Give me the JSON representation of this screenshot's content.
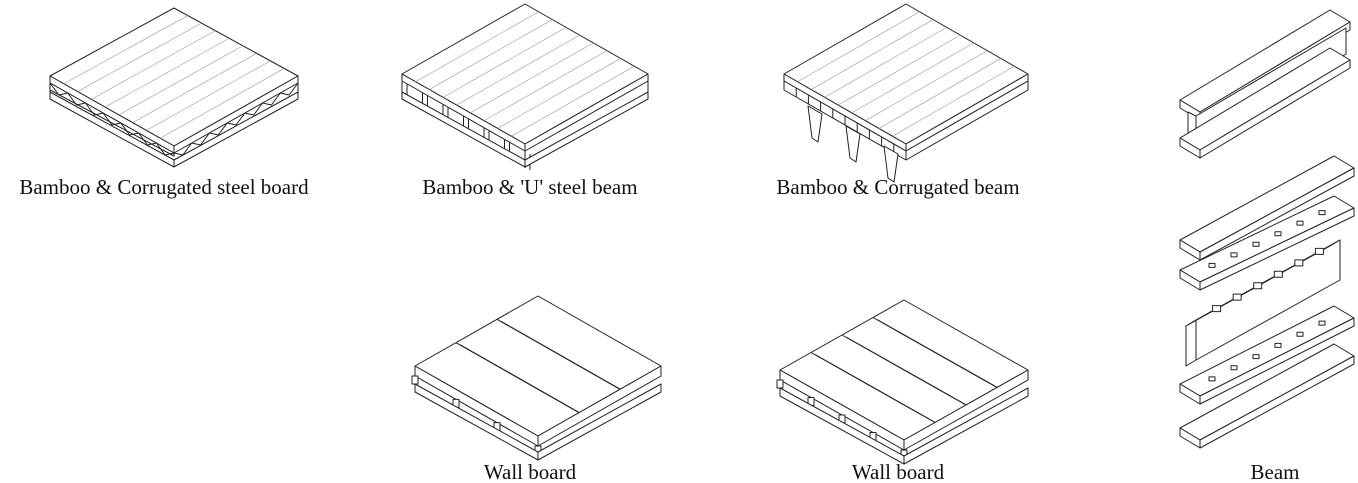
{
  "figure": {
    "panels": [
      {
        "id": "p1",
        "label": "Bamboo & Corrugated steel board",
        "icon": "corrugated-steel-board-illustration"
      },
      {
        "id": "p2",
        "label": "Bamboo & 'U' steel beam",
        "icon": "u-steel-beam-board-illustration"
      },
      {
        "id": "p3",
        "label": "Bamboo & Corrugated beam",
        "icon": "corrugated-beam-board-illustration"
      },
      {
        "id": "p4",
        "label": "Wall board",
        "icon": "wall-board-3-panel-illustration"
      },
      {
        "id": "p5",
        "label": "Wall board",
        "icon": "wall-board-4-panel-illustration"
      },
      {
        "id": "p6",
        "label": "Beam",
        "icon": "exploded-beam-illustration"
      }
    ],
    "line_color": "#222222",
    "background": "#ffffff"
  }
}
